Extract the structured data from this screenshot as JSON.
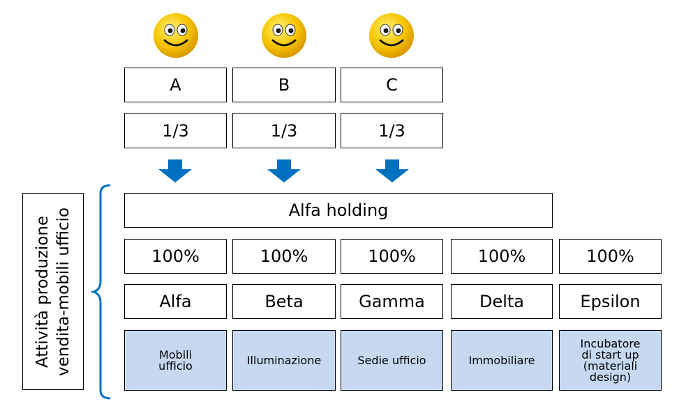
{
  "shareholders": [
    {
      "label": "A",
      "share": "1/3"
    },
    {
      "label": "B",
      "share": "1/3"
    },
    {
      "label": "C",
      "share": "1/3"
    }
  ],
  "holding": {
    "label": "Alfa holding"
  },
  "side_label": {
    "line1": "Attività produzione",
    "line2": "vendita-mobili ufficio"
  },
  "subsidiaries": [
    {
      "share": "100%",
      "name": "Alfa",
      "activity": "Mobili ufficio"
    },
    {
      "share": "100%",
      "name": "Beta",
      "activity": "Illuminazione"
    },
    {
      "share": "100%",
      "name": "Gamma",
      "activity": "Sedie ufficio"
    },
    {
      "share": "100%",
      "name": "Delta",
      "activity": "Immobiliare"
    },
    {
      "share": "100%",
      "name": "Epsilon",
      "activity": "Incubatore di start up (materiali design)"
    }
  ],
  "colors": {
    "arrow": "#0070c0",
    "activity_fill": "#c6d9f1",
    "bracket": "#0070c0",
    "smiley": "#f7c600"
  },
  "icons": {
    "shareholder": "smiley-face-icon",
    "flow": "arrow-down-icon"
  }
}
